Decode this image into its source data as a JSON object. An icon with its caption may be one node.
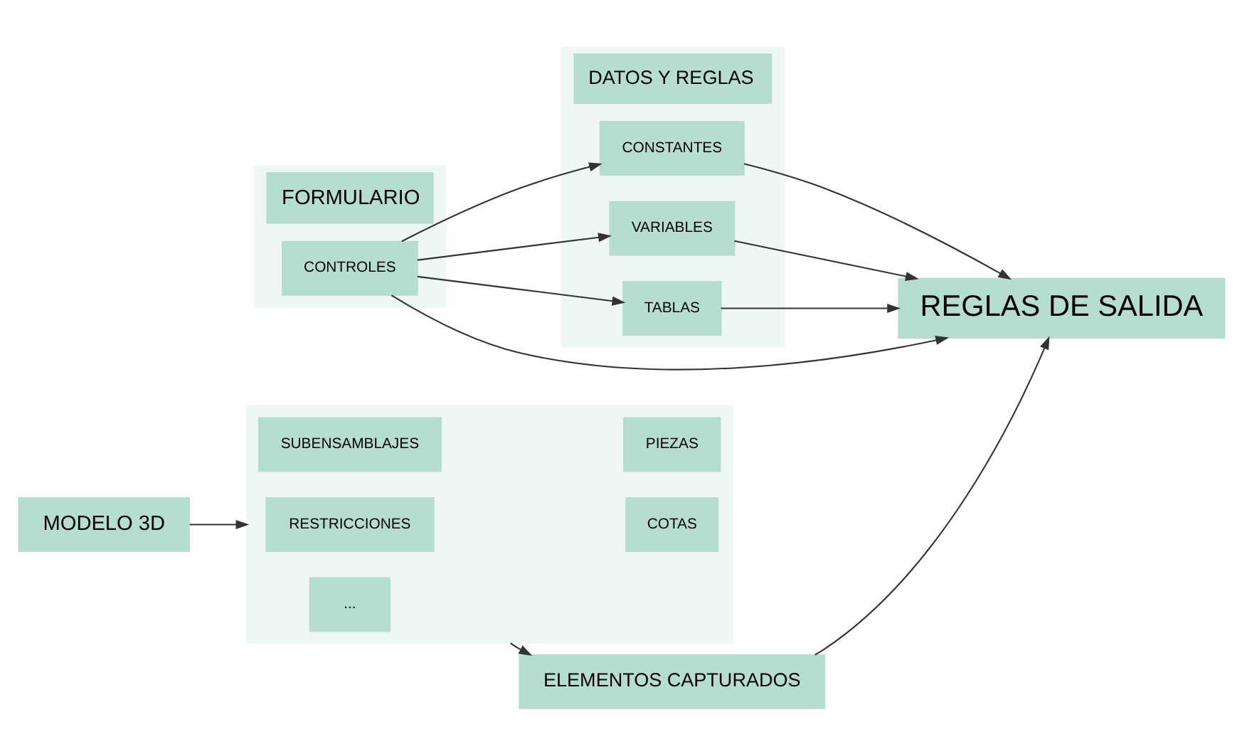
{
  "diagram": {
    "nodes": [
      {
        "text": [
          "FORMULARIO"
        ]
      },
      {
        "text": [
          "CONTROLES"
        ],
        "in": 0
      },
      {
        "text": [
          "DATOS Y REGLAS"
        ]
      },
      {
        "text": [
          "CONSTANTES"
        ],
        "in": 2
      },
      {
        "text": [
          "VARIABLES"
        ],
        "in": 2
      },
      {
        "text": [
          "TABLAS"
        ],
        "in": 2
      },
      {
        "text": [
          "REGLAS DE SALIDA"
        ]
      },
      {
        "text": [
          "MODELO 3D"
        ]
      },
      {
        "text": [],
        "shape": "box"
      },
      {
        "text": [
          "SUBENSAMBLAJES"
        ],
        "in": 8
      },
      {
        "text": [
          "PIEZAS"
        ],
        "in": 8
      },
      {
        "text": [
          "RESTRICCIONES"
        ],
        "in": 8
      },
      {
        "text": [
          "COTAS"
        ],
        "in": 8
      },
      {
        "text": [
          "..."
        ],
        "in": 8
      },
      {
        "text": [
          "ELEMENTOS CAPTURADOS"
        ]
      }
    ],
    "edges": [
      {
        "from": 1,
        "to": 3,
        "arrow": "to"
      },
      {
        "from": 1,
        "to": 4,
        "arrow": "to"
      },
      {
        "from": 1,
        "to": 5,
        "arrow": "to"
      },
      {
        "from": 1,
        "to": 6,
        "arrow": "to"
      },
      {
        "from": 3,
        "to": 6,
        "arrow": "to"
      },
      {
        "from": 4,
        "to": 6,
        "arrow": "to"
      },
      {
        "from": 5,
        "to": 6,
        "arrow": "to"
      },
      {
        "from": 7,
        "to": 8,
        "arrow": "to"
      },
      {
        "from": 8,
        "to": 14,
        "arrow": "to"
      },
      {
        "from": 14,
        "to": 6,
        "arrow": "to"
      }
    ]
  }
}
